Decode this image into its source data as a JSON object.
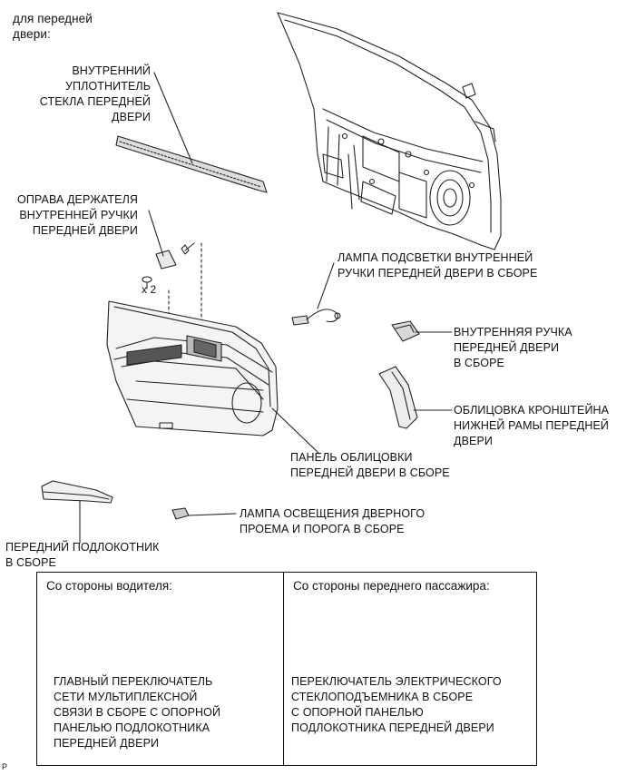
{
  "header": {
    "title": "для передней\nдвери:"
  },
  "labels": {
    "inner_weatherstrip": "ВНУТРЕННИЙ\nУПЛОТНИТЕЛЬ\nСТЕКЛА ПЕРЕДНЕЙ\nДВЕРИ",
    "handle_bezel": "ОПРАВА ДЕРЖАТЕЛЯ\nВНУТРЕННЕЙ РУЧКИ\nПЕРЕДНЕЙ ДВЕРИ",
    "screw_qty": "x 2",
    "handle_lamp": "ЛАМПА ПОДСВЕТКИ ВНУТРЕННЕЙ\nРУЧКИ ПЕРЕДНЕЙ ДВЕРИ В СБОРЕ",
    "inner_handle": "ВНУТРЕННЯЯ РУЧКА\nПЕРЕДНЕЙ ДВЕРИ\nВ СБОРЕ",
    "lower_frame_garnish": "ОБЛИЦОВКА КРОНШТЕЙНА\nНИЖНЕЙ РАМЫ ПЕРЕДНЕЙ\nДВЕРИ",
    "trim_panel": "ПАНЕЛЬ ОБЛИЦОВКИ\nПЕРЕДНЕЙ ДВЕРИ В СБОРЕ",
    "courtesy_lamp": "ЛАМПА ОСВЕЩЕНИЯ ДВЕРНОГО\nПРОЕМА И ПОРОГА В СБОРЕ",
    "armrest": "ПЕРЕДНИЙ ПОДЛОКОТНИК\nВ СБОРЕ"
  },
  "panels": {
    "driver": {
      "header": "Со стороны водителя:",
      "part": "ГЛАВНЫЙ ПЕРЕКЛЮЧАТЕЛЬ\nСЕТИ МУЛЬТИПЛЕКСНОЙ\nСВЯЗИ В СБОРЕ С ОПОРНОЙ\nПАНЕЛЬЮ ПОДЛОКОТНИКА\nПЕРЕДНЕЙ ДВЕРИ"
    },
    "passenger": {
      "header": "Со стороны переднего пассажира:",
      "part": "ПЕРЕКЛЮЧАТЕЛЬ ЭЛЕКТРИЧЕСКОГО\nСТЕКЛОПОДЪЕМНИКА В СБОРЕ\nС ОПОРНОЙ ПАНЕЛЬЮ\nПОДЛОКОТНИКА ПЕРЕДНЕЙ ДВЕРИ"
    }
  },
  "footer": {
    "code": "P"
  }
}
